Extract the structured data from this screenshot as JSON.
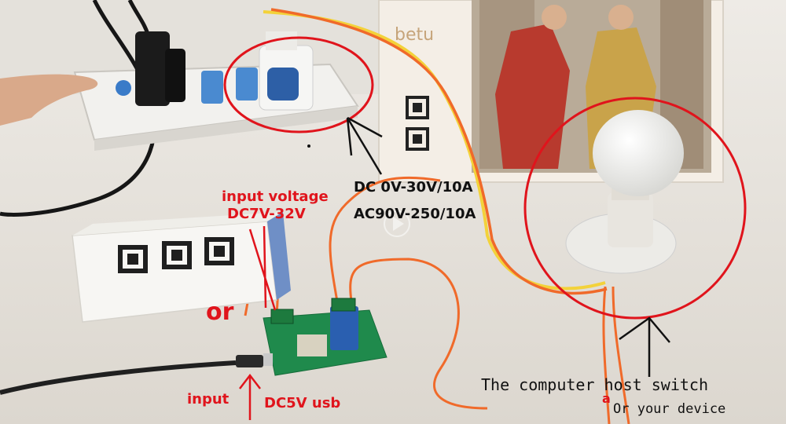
{
  "colors": {
    "annotation_red": "#e0141c",
    "annotation_black": "#111111",
    "wire_orange": "#f06a2a",
    "wire_yellow": "#f3d23a",
    "board_green": "#1f8a4c",
    "relay_blue": "#2a5fb0"
  },
  "labels": {
    "input_voltage": "input voltage",
    "input_voltage_range": "DC7V-32V",
    "or": "or",
    "input": "input",
    "dc5v_usb": "DC5V usb",
    "dc_rating": "DC 0V-30V/10A",
    "ac_rating": "AC90V-250/10A",
    "host_switch": "The computer host switch",
    "or_device": "Or your device",
    "stray_a": "a",
    "brand": "betu"
  }
}
